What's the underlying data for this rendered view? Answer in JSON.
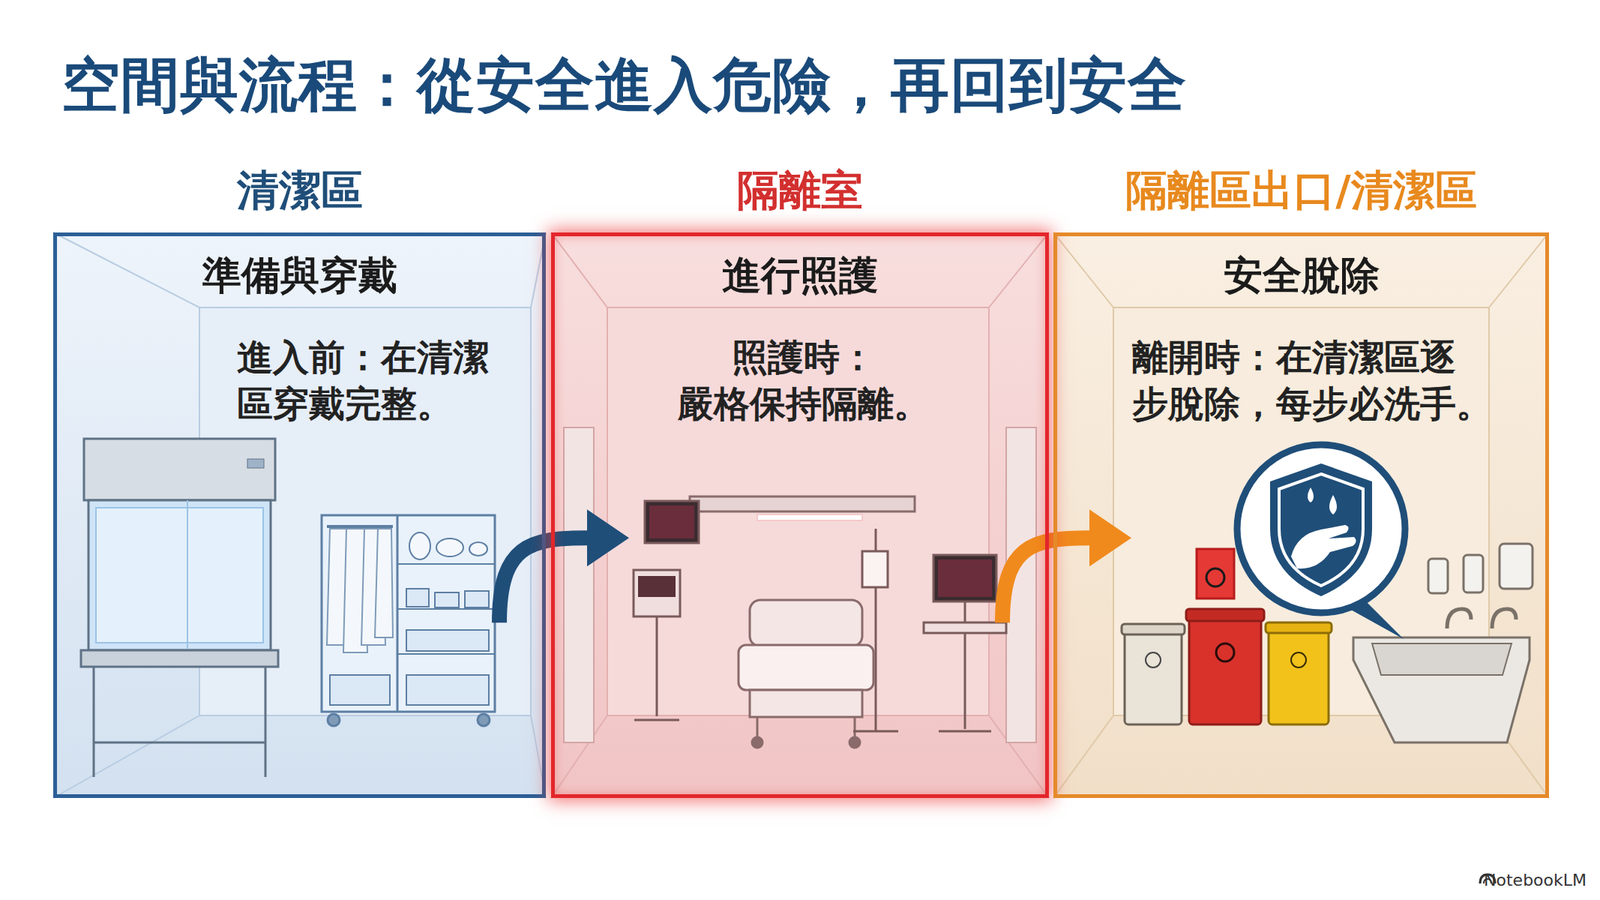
{
  "diagram": {
    "title": "空間與流程：從安全進入危險，再回到安全",
    "nodes": [
      {
        "text": [
          "清潔區",
          "準備與穿戴",
          "進入前：在清潔 區穿戴完整。"
        ]
      },
      {
        "text": [
          "隔離室",
          "進行照護",
          "照護時： 嚴格保持隔離。"
        ]
      },
      {
        "text": [
          "隔離區出口/清潔區",
          "安全脫除",
          "離開時：在清潔區逐 步脫除，每步必洗手。"
        ]
      }
    ],
    "edges": [
      {
        "from": 0,
        "to": 1,
        "arrow": "to"
      },
      {
        "from": 1,
        "to": 2,
        "arrow": "to"
      }
    ],
    "labels": [
      "NotebookLM"
    ]
  }
}
